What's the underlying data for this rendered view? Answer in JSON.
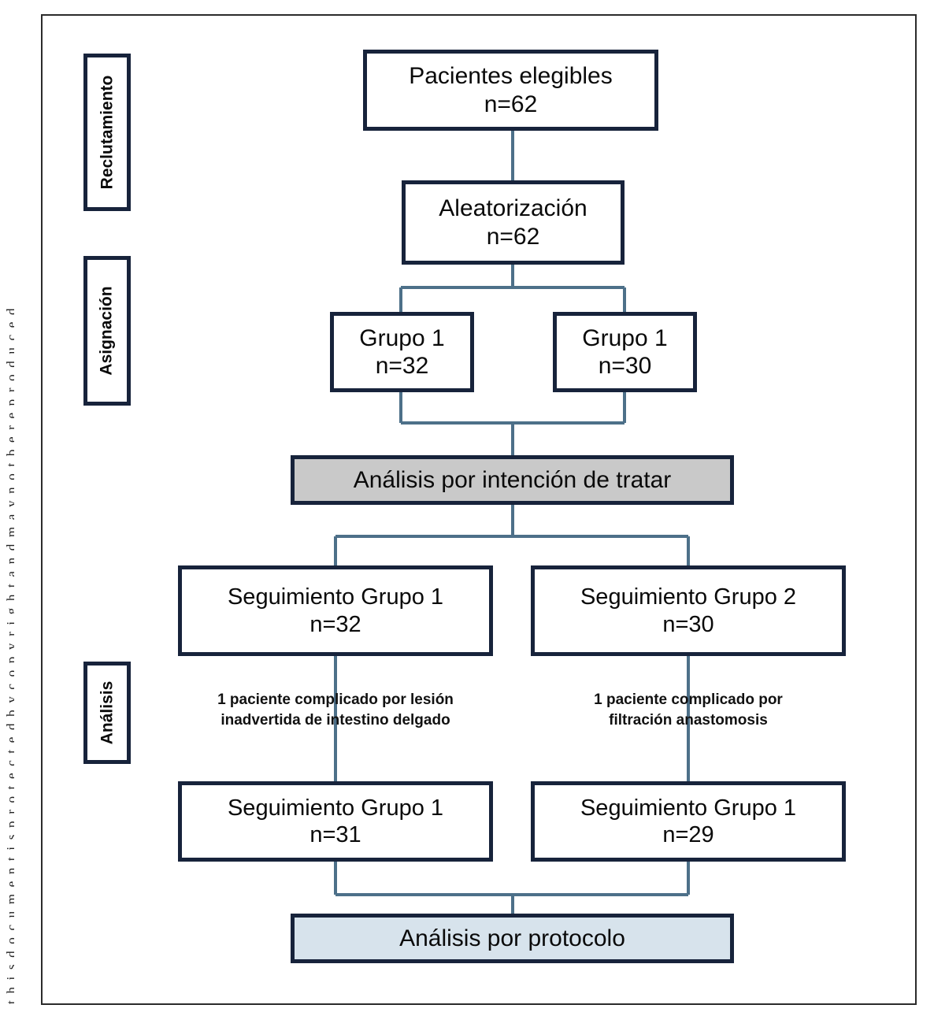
{
  "page": {
    "left_margin_text": "t h i s   d o c u m e n t   i s   p r o t e c t e d   b y   c o p y r i g h t   a n d   m a y   n o t   b e   r e p r o d u c e d"
  },
  "stages": [
    {
      "id": "reclutamiento",
      "label": "Reclutamiento"
    },
    {
      "id": "asignacion",
      "label": "Asignación"
    },
    {
      "id": "analisis",
      "label": "Análisis"
    }
  ],
  "nodes": {
    "eligible": {
      "title": "Pacientes elegibles",
      "count": "n=62"
    },
    "randomization": {
      "title": "Aleatorización",
      "count": "n=62"
    },
    "group1": {
      "title": "Grupo 1",
      "count": "n=32"
    },
    "group2": {
      "title": "Grupo 1",
      "count": "n=30"
    },
    "itt": {
      "title": "Análisis por intención de tratar",
      "count": ""
    },
    "followup1": {
      "title": "Seguimiento Grupo 1",
      "count": "n=32"
    },
    "followup2": {
      "title": "Seguimiento Grupo 2",
      "count": "n=30"
    },
    "final1": {
      "title": "Seguimiento Grupo 1",
      "count": "n=31"
    },
    "final2": {
      "title": "Seguimiento Grupo 1",
      "count": "n=29"
    },
    "protocol": {
      "title": "Análisis por protocolo",
      "count": ""
    }
  },
  "annotations": {
    "left": {
      "line1": "1 paciente complicado por lesión",
      "line2": "inadvertida de intestino delgado"
    },
    "right": {
      "line1": "1 paciente complicado por",
      "line2": "filtración anastomosis"
    }
  },
  "colors": {
    "box_border": "#17233b",
    "connector": "#4d7089",
    "itt_fill": "#c9c9c9",
    "protocol_fill": "#d7e3ec",
    "frame_border": "#2b2b2b",
    "text": "#0a0a0a"
  }
}
